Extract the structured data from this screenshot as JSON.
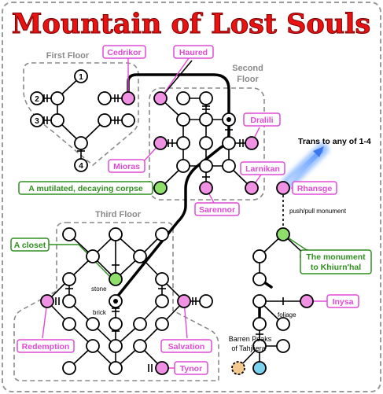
{
  "title": "Mountain of Lost Souls",
  "floors": {
    "first": "First Floor",
    "second_line1": "Second",
    "second_line2": "Floor",
    "third": "Third Floor"
  },
  "labels": {
    "cedrikor": "Cedrikor",
    "haured": "Haured",
    "dralili": "Dralili",
    "mioras": "Mioras",
    "larnikan": "Larnikan",
    "sarennor": "Sarennor",
    "corpse": "A mutilated, decaying corpse",
    "closet": "A closet",
    "redemption": "Redemption",
    "salvation": "Salvation",
    "tynor": "Tynor",
    "rhansge": "Rhansge",
    "inysa": "Inysa",
    "monument_line1": "The monument",
    "monument_line2": "to Khiurn'hal",
    "trans": "Trans to any of 1-4",
    "push_pull": "push/pull monument",
    "stone": "stone",
    "brick": "brick",
    "foliage": "foliage",
    "barren_line1": "Barren Peaks",
    "barren_line2": "of Tahjliera"
  },
  "room_numbers": [
    "1",
    "2",
    "3",
    "4"
  ],
  "colors": {
    "title": "#e81212",
    "magenta": "#e14ad6",
    "magenta_fill": "#f091e4",
    "green": "#2f8f1f",
    "green_fill": "#8fe06a",
    "cyan_fill": "#7ad2ee",
    "orange_fill": "#f3c98f",
    "floor_border": "#8a8a8a",
    "trans_arrow": "#4a86ff"
  }
}
